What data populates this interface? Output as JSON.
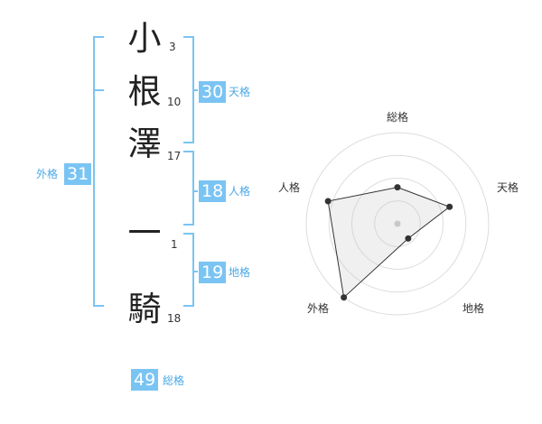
{
  "name": {
    "chars": [
      {
        "char": "小",
        "strokes": "3"
      },
      {
        "char": "根",
        "strokes": "10"
      },
      {
        "char": "澤",
        "strokes": "17"
      },
      {
        "char": "一",
        "strokes": "1"
      },
      {
        "char": "騎",
        "strokes": "18"
      }
    ]
  },
  "kaku": {
    "tenkaku": {
      "label": "天格",
      "value": "30"
    },
    "jinkaku": {
      "label": "人格",
      "value": "18"
    },
    "chikaku": {
      "label": "地格",
      "value": "19"
    },
    "gaikaku": {
      "label": "外格",
      "value": "31"
    },
    "soukaku": {
      "label": "総格",
      "value": "49"
    }
  },
  "colors": {
    "accent": "#7ac4f3",
    "label": "#4aa8e6",
    "bracket": "#7ac4f3"
  },
  "chart_data": {
    "type": "radar",
    "axes": [
      "総格",
      "天格",
      "地格",
      "外格",
      "人格"
    ],
    "values": [
      2,
      3,
      1,
      5,
      4
    ],
    "rmax": 5,
    "rings": 4
  }
}
